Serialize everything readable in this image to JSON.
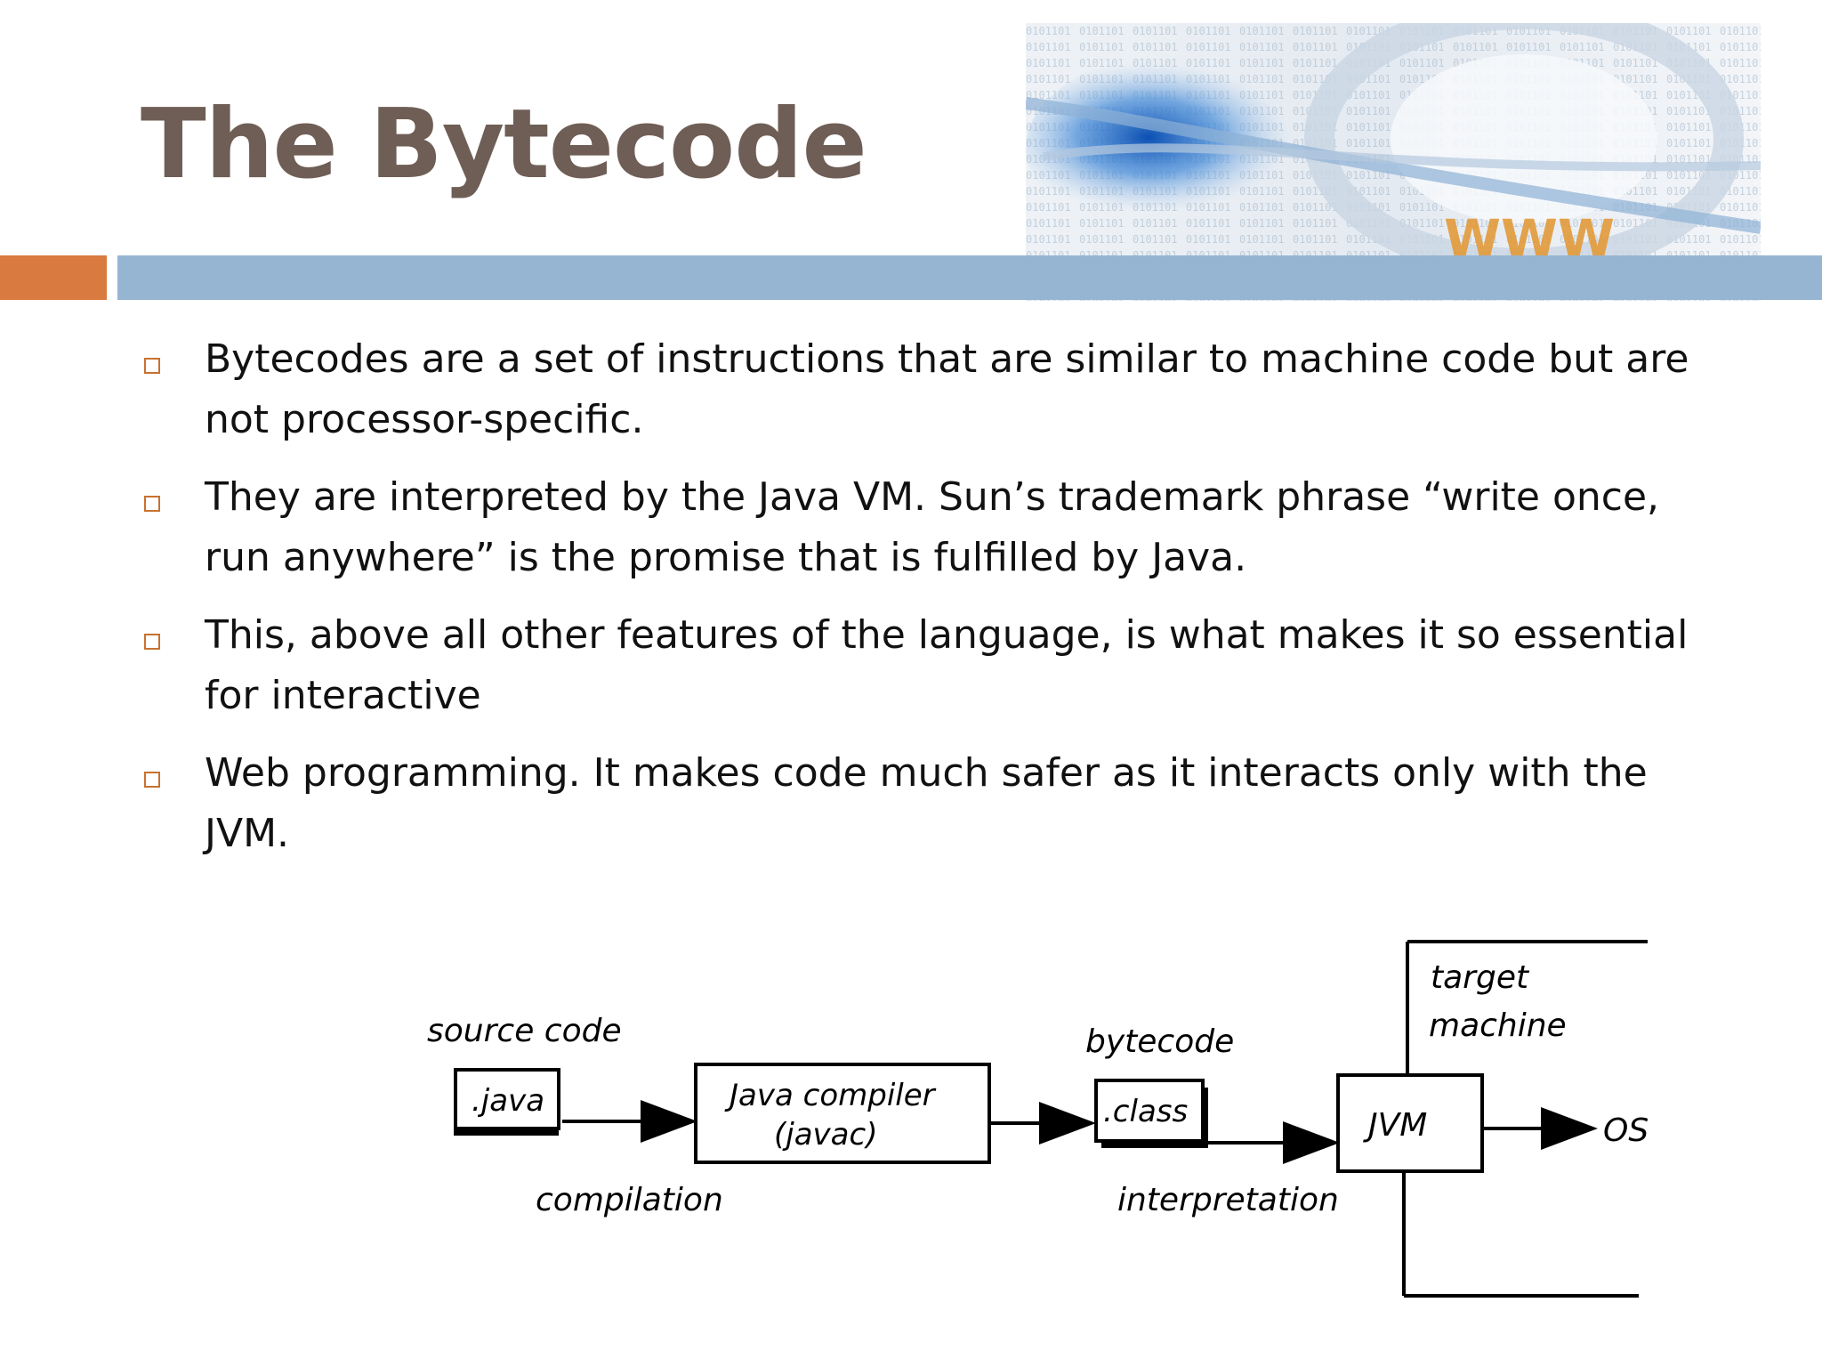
{
  "slide": {
    "title": "The Bytecode",
    "colors": {
      "title": "#6f5e55",
      "accent_orange": "#d97a40",
      "accent_blue": "#95b5d2"
    },
    "header_art": {
      "icon": "binary-globe-www-icon",
      "word": "WWW"
    }
  },
  "bullets": [
    {
      "line1": "Bytecodes are a set of instructions that are similar to machine code but are",
      "line2": "not processor-specific."
    },
    {
      "line1": "They are interpreted by the Java VM. Sun’s trademark phrase “write once,",
      "line2": "run anywhere” is the promise that is fulfilled by  Java."
    },
    {
      "line1": "This, above all other features of the language, is what makes it so essential",
      "line2": "for interactive"
    },
    {
      "line1": "Web programming. It makes code much safer as it interacts only with the",
      "line2": "JVM."
    }
  ],
  "diagram": {
    "source_label": "source code",
    "java_box": ".java",
    "compiler_line1": "Java compiler",
    "compiler_line2": "(javac)",
    "compilation_label": "compilation",
    "bytecode_label": "bytecode",
    "class_box": ".class",
    "interpretation_label": "interpretation",
    "target_line1": "target",
    "target_line2": "machine",
    "jvm_box": "JVM",
    "os_label": "OS"
  }
}
